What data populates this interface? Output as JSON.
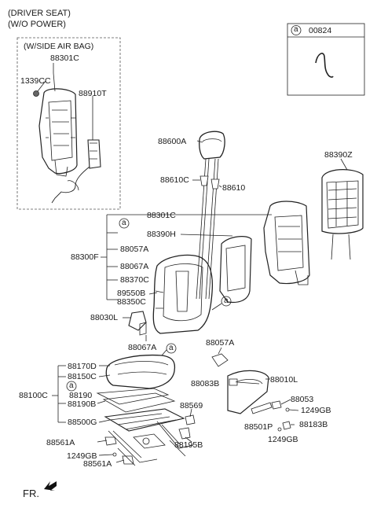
{
  "header": {
    "line1": "(DRIVER SEAT)",
    "line2": "(W/O POWER)"
  },
  "inset": {
    "title": "(W/SIDE AIR BAG)"
  },
  "legend": {
    "marker": "a",
    "part_number": "00824"
  },
  "callout_marker": "a",
  "direction": {
    "label": "FR."
  },
  "labels": {
    "p88301C_inset": "88301C",
    "p1339CC": "1339CC",
    "p88910T": "88910T",
    "p88600A": "88600A",
    "p88390Z": "88390Z",
    "p88610C": "88610C",
    "p88610": "88610",
    "p88301C": "88301C",
    "p88390H": "88390H",
    "p88057A_1": "88057A",
    "p88300F": "88300F",
    "p88067A_1": "88067A",
    "p88370C": "88370C",
    "p89550B": "89550B",
    "p88350C": "88350C",
    "p88030L": "88030L",
    "p88067A_2": "88067A",
    "p88057A_2": "88057A",
    "p88170D": "88170D",
    "p88150C": "88150C",
    "p88100C": "88100C",
    "p88190": "88190",
    "p88190B": "88190B",
    "p88500G": "88500G",
    "p88569": "88569",
    "p88083B": "88083B",
    "p88010L": "88010L",
    "p88053": "88053",
    "p1249GB_1": "1249GB",
    "p88501P": "88501P",
    "p88183B": "88183B",
    "p1249GB_2": "1249GB",
    "p88561A_1": "88561A",
    "p88195B": "88195B",
    "p1249GB_3": "1249GB",
    "p88561A_2": "88561A"
  }
}
